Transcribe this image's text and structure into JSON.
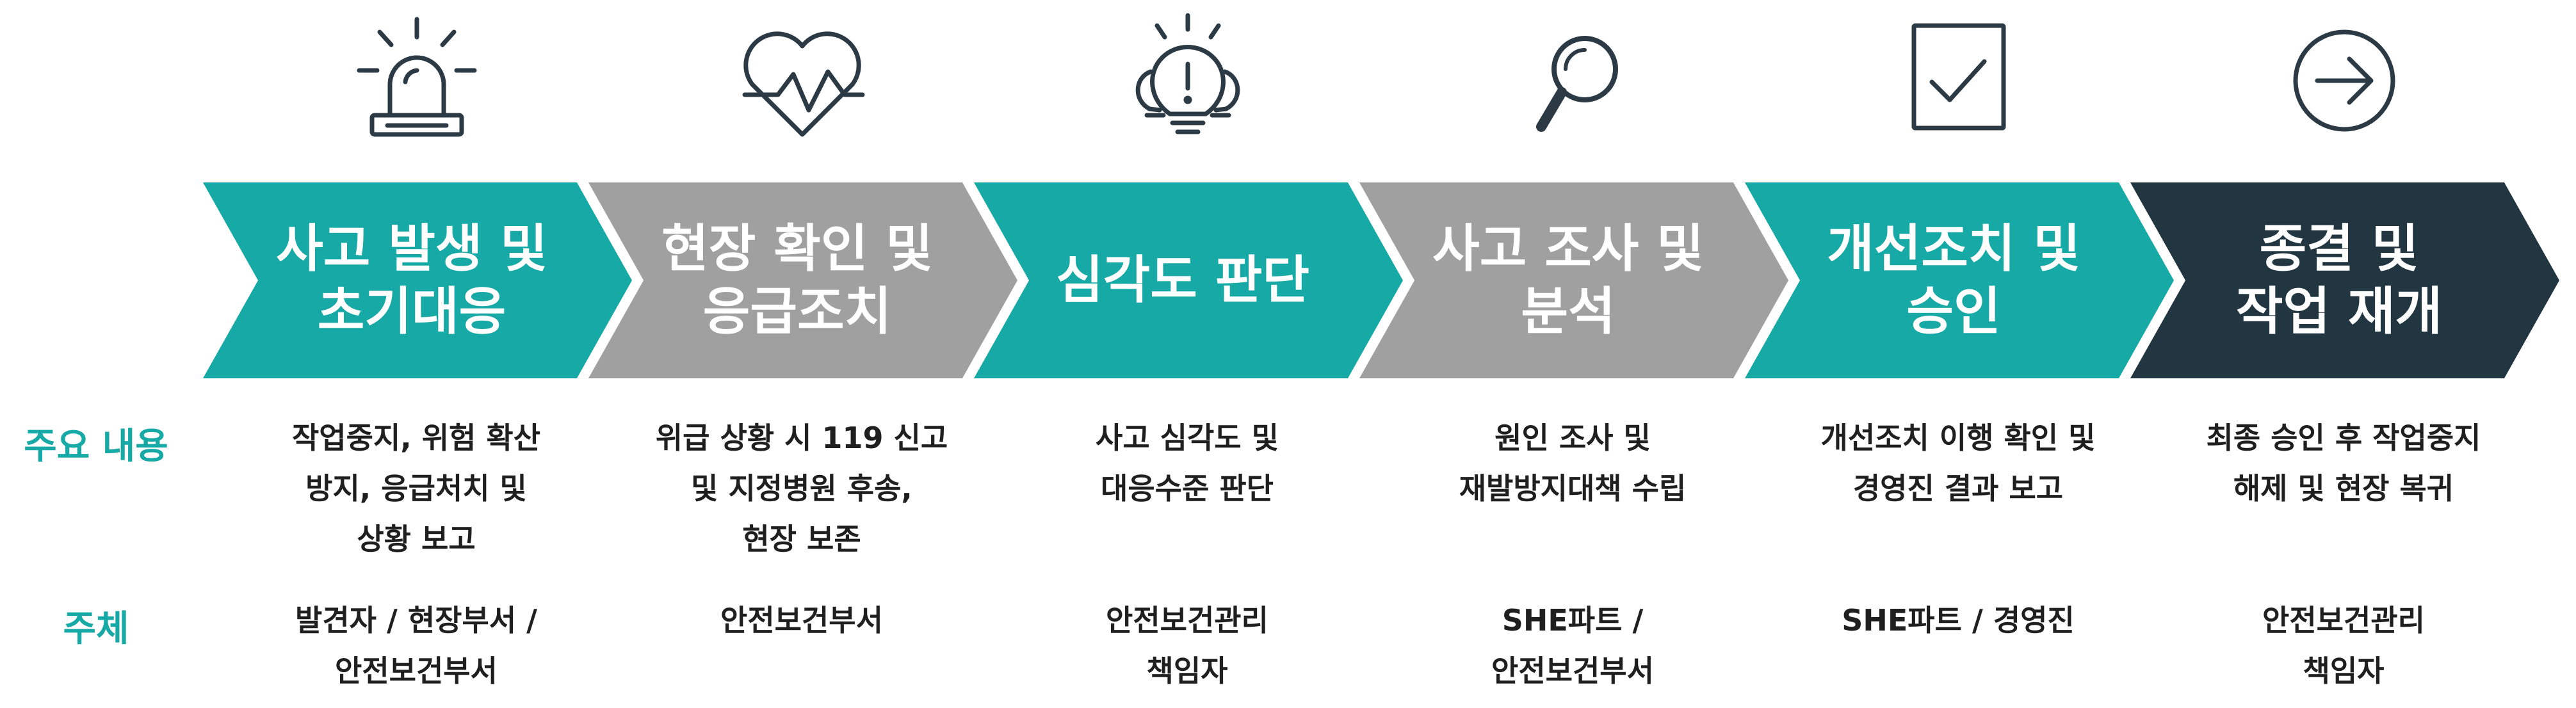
{
  "colors": {
    "teal": "#16A9A6",
    "gray": "#A0A0A0",
    "dark": "#213640",
    "icon_stroke": "#2B3A45",
    "label": "#16A9A6",
    "text": "#1f1f1f"
  },
  "row_labels": {
    "content": "주요 내용",
    "owner": "주체"
  },
  "stages": [
    {
      "title": "사고 발생 및\n초기대응",
      "icon": "siren-icon",
      "color": "teal",
      "content": "작업중지, 위험 확산\n방지, 응급처치 및\n상황 보고",
      "owner": "발견자 / 현장부서 /\n안전보건부서"
    },
    {
      "title": "현장 확인 및\n응급조치",
      "icon": "heartbeat-icon",
      "color": "gray",
      "content": "위급 상황 시 119 신고\n및 지정병원 후송,\n현장 보존",
      "owner": "안전보건부서"
    },
    {
      "title": "심각도 판단",
      "icon": "lightbulb-alert-icon",
      "color": "teal",
      "content": "사고 심각도 및\n대응수준 판단",
      "owner": "안전보건관리\n책임자"
    },
    {
      "title": "사고 조사 및\n분석",
      "icon": "magnifier-icon",
      "color": "gray",
      "content": "원인 조사 및\n재발방지대책 수립",
      "owner": "SHE파트 /\n안전보건부서"
    },
    {
      "title": "개선조치 및\n승인",
      "icon": "checkbox-icon",
      "color": "teal",
      "content": "개선조치 이행 확인 및\n경영진 결과 보고",
      "owner": "SHE파트 / 경영진"
    },
    {
      "title": "종결 및\n작업 재개",
      "icon": "arrow-circle-icon",
      "color": "dark",
      "content": "최종 승인 후 작업중지\n해제 및 현장 복귀",
      "owner": "안전보건관리\n책임자"
    }
  ]
}
